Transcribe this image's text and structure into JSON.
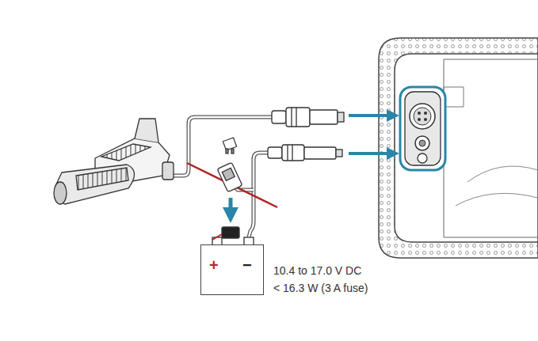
{
  "diagram": {
    "nodes": [
      {
        "text": [
          "+",
          "−"
        ]
      }
    ],
    "labels": [
      "10.4 to 17.0 V DC",
      "< 16.3 W (3 A fuse)"
    ]
  }
}
